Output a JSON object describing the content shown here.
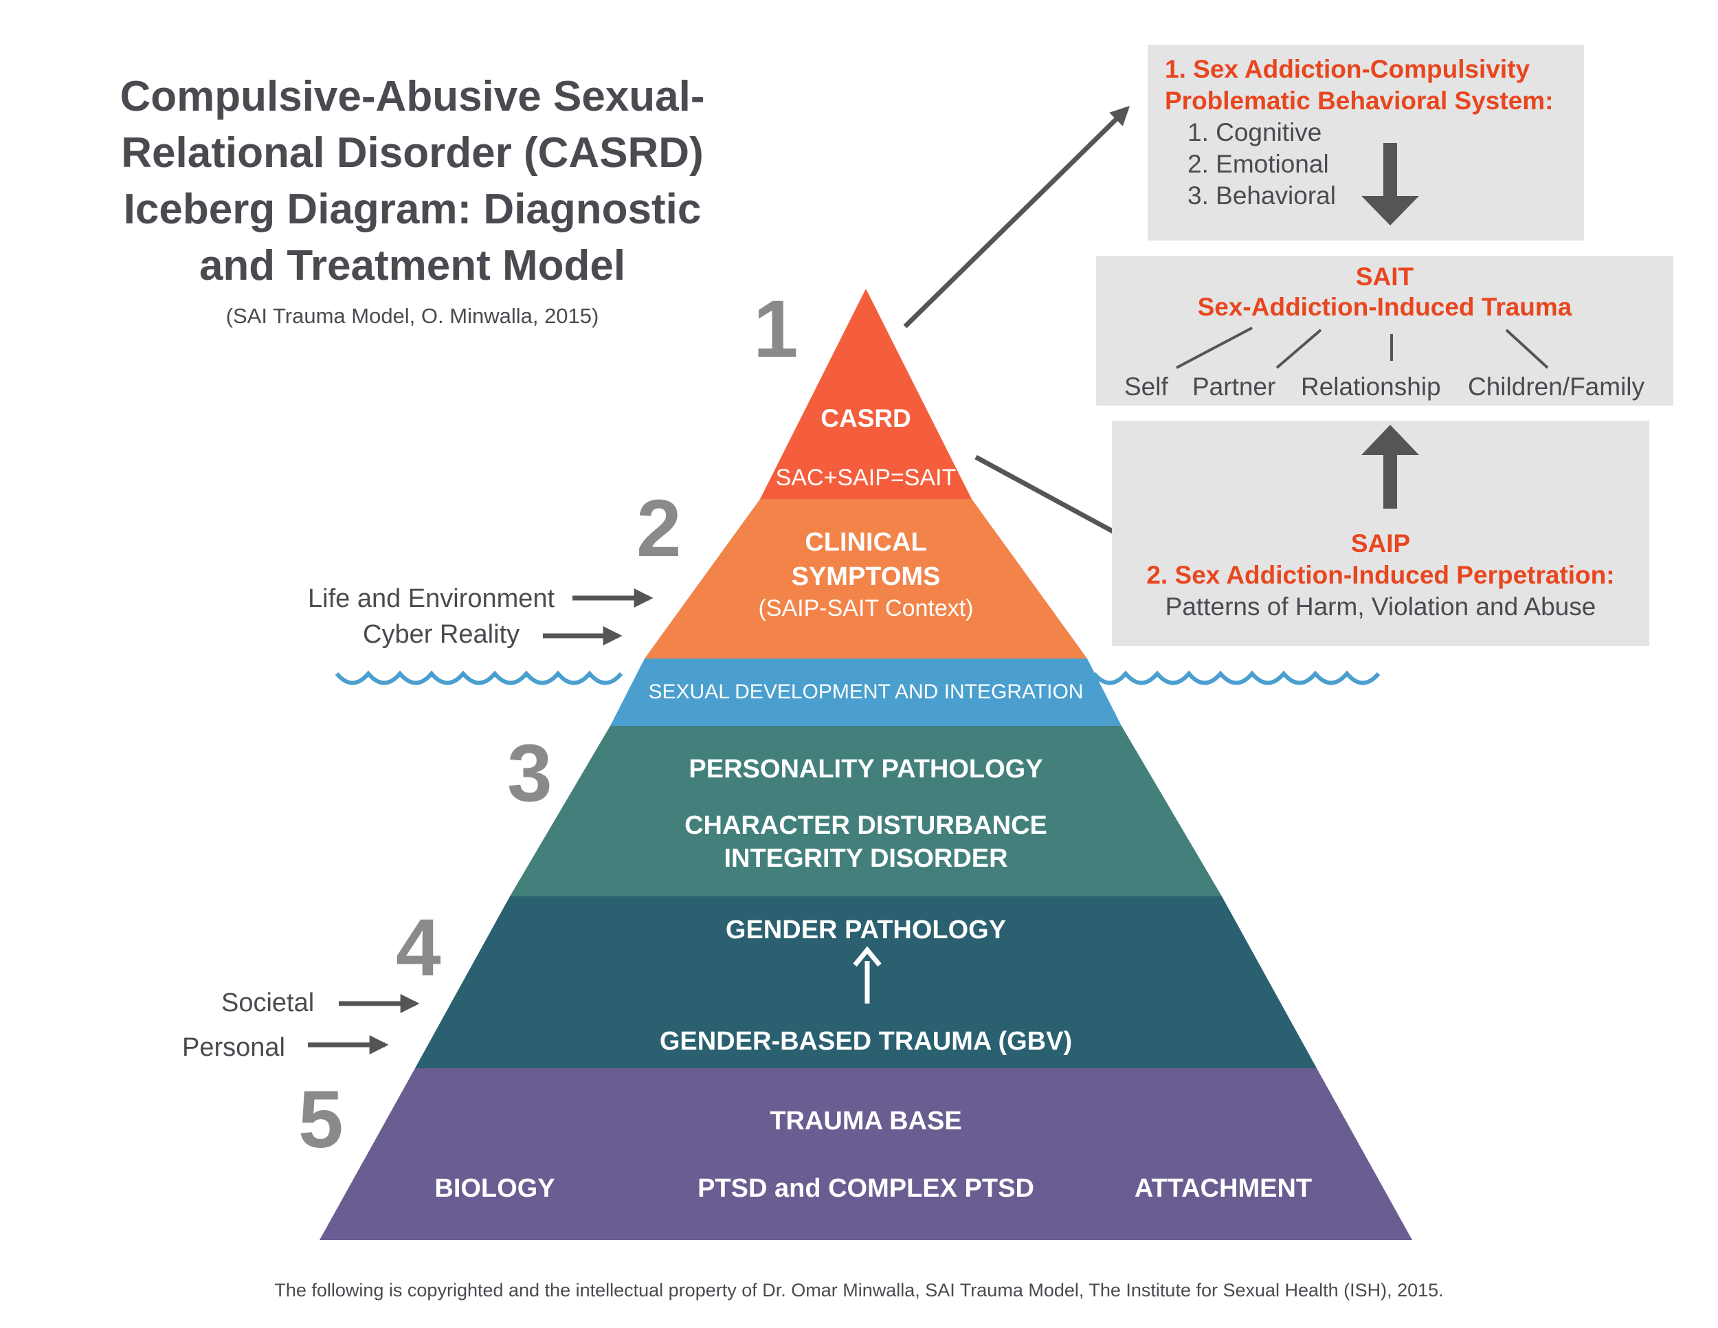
{
  "title_lines": [
    "Compulsive-Abusive Sexual-",
    "Relational Disorder (CASRD)",
    "Iceberg Diagram: Diagnostic",
    "and Treatment Model"
  ],
  "subtitle": "(SAI Trauma Model, O. Minwalla, 2015)",
  "colors": {
    "tier1": "#f45e3c",
    "tier2": "#f2844a",
    "water": "#4a9fcf",
    "tier3": "#43807c",
    "tier4": "#2a6070",
    "tier5": "#695d91",
    "numbers": "#8a8a8a",
    "accent_red": "#e8461e",
    "text_dark": "#4a4a50",
    "box_grey": "#e4e4e5",
    "arrow": "#555555"
  },
  "tiers": {
    "t1": {
      "number": "1",
      "title": "CASRD",
      "formula": "SAC+SAIP=SAIT"
    },
    "t2": {
      "number": "2",
      "line1": "CLINICAL",
      "line2": "SYMPTOMS",
      "line3": "(SAIP-SAIT Context)"
    },
    "water": {
      "label": "SEXUAL DEVELOPMENT AND INTEGRATION"
    },
    "t3": {
      "number": "3",
      "line1": "PERSONALITY PATHOLOGY",
      "line2": "CHARACTER DISTURBANCE",
      "line3": "INTEGRITY DISORDER"
    },
    "t4": {
      "number": "4",
      "top": "GENDER PATHOLOGY",
      "bottom": "GENDER-BASED TRAUMA (GBV)"
    },
    "t5": {
      "number": "5",
      "title": "TRAUMA BASE",
      "left": "BIOLOGY",
      "center": "PTSD and COMPLEX PTSD",
      "right": "ATTACHMENT"
    }
  },
  "side_labels": {
    "life": "Life and Environment",
    "cyber": "Cyber Reality",
    "societal": "Societal",
    "personal": "Personal"
  },
  "box_sac": {
    "title1": "1. Sex Addiction-Compulsivity",
    "title2": "Problematic Behavioral System:",
    "items": [
      "1. Cognitive",
      "2. Emotional",
      "3. Behavioral"
    ]
  },
  "box_sait": {
    "title1": "SAIT",
    "title2": "Sex-Addiction-Induced Trauma",
    "items": [
      "Self",
      "Partner",
      "Relationship",
      "Children/Family"
    ]
  },
  "box_saip": {
    "title1": "SAIP",
    "title2": "2. Sex Addiction-Induced Perpetration:",
    "body": "Patterns of Harm, Violation and Abuse"
  },
  "footer": "The following is copyrighted and the intellectual property of Dr. Omar Minwalla, SAI Trauma Model, The Institute for Sexual Health (ISH), 2015."
}
